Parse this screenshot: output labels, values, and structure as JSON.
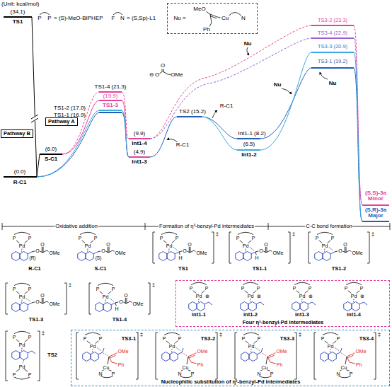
{
  "diagram": {
    "nodes": [
      {
        "text": [
          "Nu =",
          "MeO",
          "Cu",
          "N",
          "Ph"
        ]
      },
      {
        "text": [
          "Pathway B"
        ]
      },
      {
        "text": [
          "Pathway A"
        ]
      },
      {
        "text": [
          "P",
          "P",
          "Pd",
          "⊕",
          "int1-1",
          "P",
          "P",
          "Pd",
          "⊕",
          "int1-2",
          "P",
          "P",
          "Pd",
          "⊕",
          "int1-3",
          "P",
          "P",
          "Pd",
          "⊕",
          "int1-4",
          "Four η³-benzyl-Pd intermediates"
        ]
      },
      {
        "text": [
          "P",
          "P",
          "Pd",
          "Cu",
          "N",
          "P",
          "OMe",
          "Ph",
          "‡",
          "TS3-1",
          "P",
          "P",
          "Pd",
          "Cu",
          "N",
          "P",
          "OMe",
          "Ph",
          "‡",
          "TS3-2",
          "P",
          "P",
          "Pd",
          "Cu",
          "N",
          "P",
          "OMe",
          "Ph",
          "‡",
          "TS3-3",
          "P",
          "P",
          "Pd",
          "Cu",
          "N",
          "P",
          "OMe",
          "Ph",
          "‡",
          "TS3-4",
          "Nucleophilic substitution of η³-benzyl-Pd intermediates"
        ]
      }
    ],
    "labels": [
      "(Unit: kcal/mol)",
      "TS1",
      "(34.1)",
      "P",
      "P",
      "= (S)-MeO-BIPHEP",
      "F",
      "N",
      "= (S,Sp)-L1",
      "TS1-4 (21.3)",
      "(19.9)",
      "TS1-3",
      "TS1-2 (17.0)",
      "TS1-1 (16.9)",
      "(6.0)",
      "S-C1",
      "(0.0)",
      "R-C1",
      "⊖",
      "O",
      "O",
      "OMe",
      "(9.9)",
      "Int1-4",
      "(4.9)",
      "Int1-3",
      "R-C1",
      "TS2 (15.2)",
      "R-C1",
      "Int1-1 (8.2)",
      "(6.5)",
      "Int1-2",
      "Nu",
      "Nu",
      "Nu",
      "TS3-2 (23.3)",
      "TS3-4 (22.9)",
      "TS3-3 (20.9)",
      "TS3-1 (19.2)",
      "(S,S)-3a",
      "Minor",
      "(S,R)-3a",
      "Major",
      "Oxidative addition",
      "Formation of η³-benzyl-Pd intermediates",
      "C-C bond formation",
      "P",
      "P",
      "Pd",
      "O",
      "O",
      "OMe",
      "(R)",
      "R-C1",
      "P",
      "P",
      "Pd",
      "O",
      "O",
      "OMe",
      "(S)",
      "S-C1",
      "P",
      "P",
      "Pd",
      "H",
      "O",
      "O",
      "OMe",
      "‡",
      "TS1",
      "P",
      "P",
      "Pd",
      "H",
      "O",
      "O",
      "OMe",
      "‡",
      "TS1-1",
      "P",
      "P",
      "Pd",
      "O",
      "O",
      "OMe",
      "‡",
      "TS1-2",
      "P",
      "P",
      "Pd",
      "O",
      "O",
      "OMe",
      "‡",
      "TS1-3",
      "P",
      "P",
      "Pd",
      "H",
      "O",
      "O",
      "OMe",
      "‡",
      "TS1-4",
      "P",
      "P",
      "Pd",
      "Pd",
      "P",
      "P",
      "‡",
      "TS2"
    ]
  }
}
